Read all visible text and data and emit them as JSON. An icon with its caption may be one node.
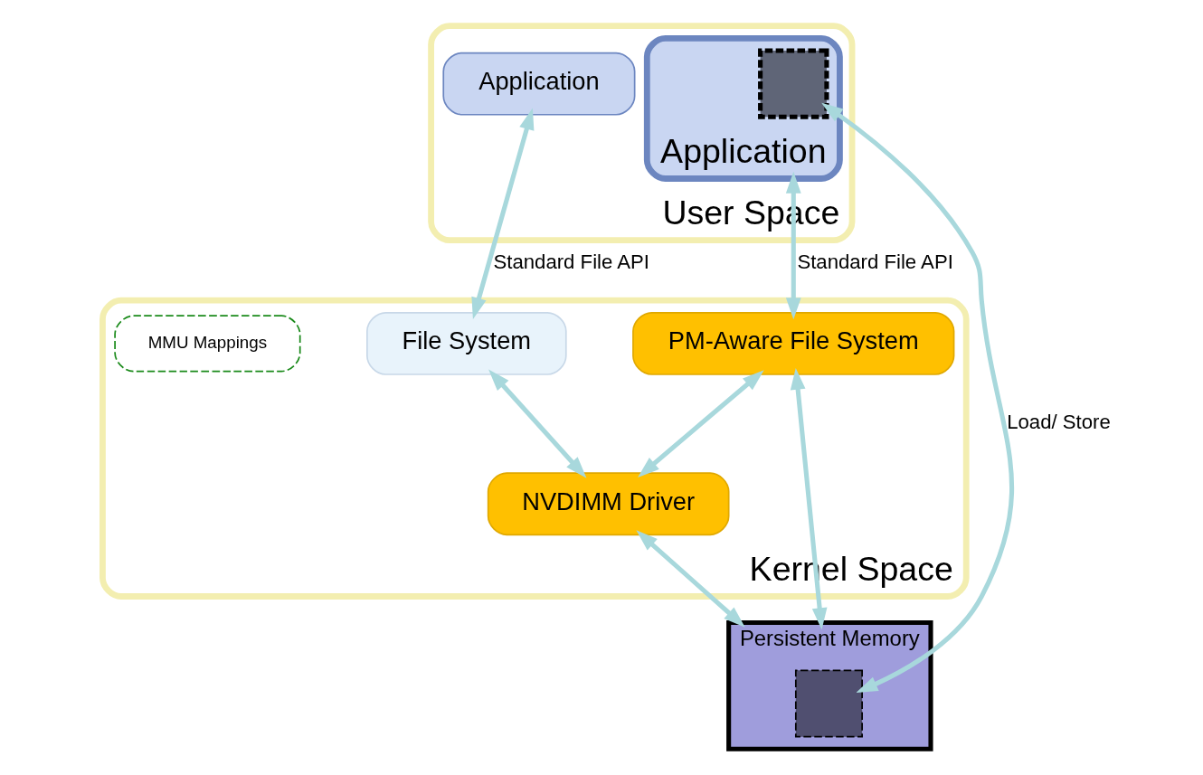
{
  "diagram": {
    "nodes": [
      {
        "text": [
          "User Space"
        ]
      },
      {
        "text": [
          "Application"
        ],
        "in": 0
      },
      {
        "text": [
          "Application"
        ],
        "in": 0
      },
      {
        "text": [],
        "shape": "box",
        "in": 2
      },
      {
        "text": [
          "Kernel Space"
        ]
      },
      {
        "text": [
          "File System"
        ],
        "in": 4
      },
      {
        "text": [
          "PM-Aware File System"
        ],
        "in": 4
      },
      {
        "text": [
          "MMU Mappings"
        ],
        "in": 4
      },
      {
        "text": [
          "NVDIMM Driver"
        ],
        "in": 4
      },
      {
        "text": [
          "Persistent Memory"
        ]
      },
      {
        "text": [],
        "shape": "box",
        "in": 9
      }
    ],
    "edges": [
      {
        "from": 1,
        "to": 5,
        "arrow": "both",
        "label": "Standard File API"
      },
      {
        "from": 2,
        "to": 6,
        "arrow": "both",
        "label": "Standard File API"
      },
      {
        "from": 3,
        "to": 10,
        "arrow": "both",
        "label": "Load/ Store"
      },
      {
        "from": 5,
        "to": 8,
        "arrow": "both"
      },
      {
        "from": 8,
        "to": 6,
        "arrow": "both"
      },
      {
        "from": 8,
        "to": 9,
        "arrow": "both"
      },
      {
        "from": 6,
        "to": 9,
        "arrow": "both"
      }
    ]
  }
}
